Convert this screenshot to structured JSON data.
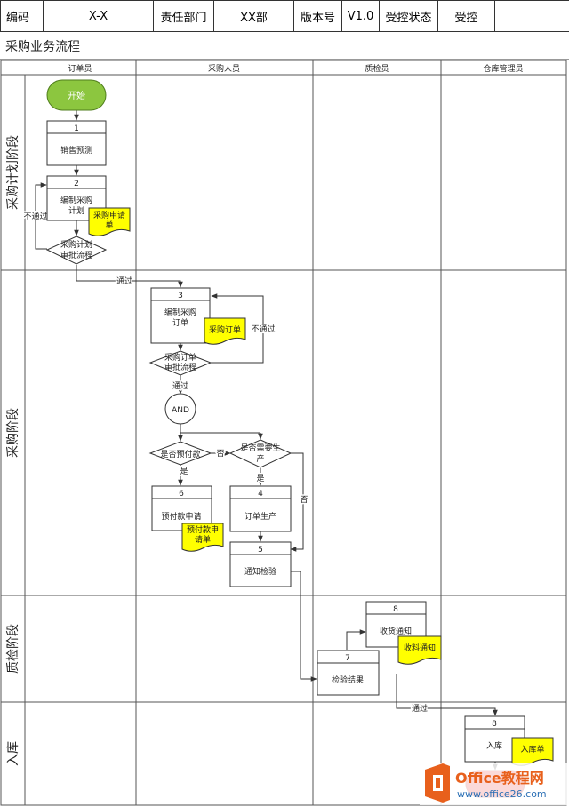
{
  "header": {
    "code_label": "编码",
    "code_value": "X-X",
    "dept_label": "责任部门",
    "dept_value": "XX部",
    "version_label": "版本号",
    "version_value": "V1.0",
    "control_label": "受控状态",
    "control_value": "受控"
  },
  "page_title": "采购业务流程",
  "columns": [
    "订单员",
    "采购人员",
    "质检员",
    "仓库管理员"
  ],
  "phases": [
    "采购计划阶段",
    "采购阶段",
    "质检阶段",
    "入库"
  ],
  "nodes": {
    "start": "开始",
    "sales_forecast": {
      "num": "1",
      "label": "销售预测"
    },
    "draft_plan": {
      "num": "2",
      "line1": "编制采购",
      "line2": "计划"
    },
    "plan_review": {
      "line1": "采购计划",
      "line2": "审批流程"
    },
    "draft_order": {
      "num": "3",
      "line1": "编制采购",
      "line2": "订单"
    },
    "order_review": {
      "line1": "采购订单",
      "line2": "审批流程"
    },
    "and_gate": "AND",
    "prepay_decision": "是否预付款",
    "production_decision": {
      "line1": "是否需要生",
      "line2": "产"
    },
    "prepay_request": {
      "num": "6",
      "label": "预付款申请"
    },
    "order_production": {
      "num": "4",
      "label": "订单生产"
    },
    "notify_inspection": {
      "num": "5",
      "label": "通知检验"
    },
    "inspection_result": {
      "num": "7",
      "label": "检验结果"
    },
    "receiving_notice": {
      "num": "8",
      "label": "收货通知"
    },
    "warehousing": {
      "num": "8",
      "label": "入库"
    }
  },
  "documents": {
    "purchase_request": {
      "line1": "采购申请",
      "line2": "单"
    },
    "purchase_order": "采购订单",
    "prepay_form": {
      "line1": "预付款申",
      "line2": "请单"
    },
    "receiving_notice_doc": "收料通知",
    "warehouse_receipt": "入库单"
  },
  "labels": {
    "reject": "不通过",
    "pass": "通过",
    "yes": "是",
    "no": "否"
  },
  "watermark": {
    "brand": "Office教程网",
    "url": "www.office26.com"
  },
  "colors": {
    "start_fill": "#8cc63f",
    "document_fill": "#ffff00",
    "line": "#333333",
    "end_fill": "#e00000",
    "brand_orange": "#e8601c"
  }
}
